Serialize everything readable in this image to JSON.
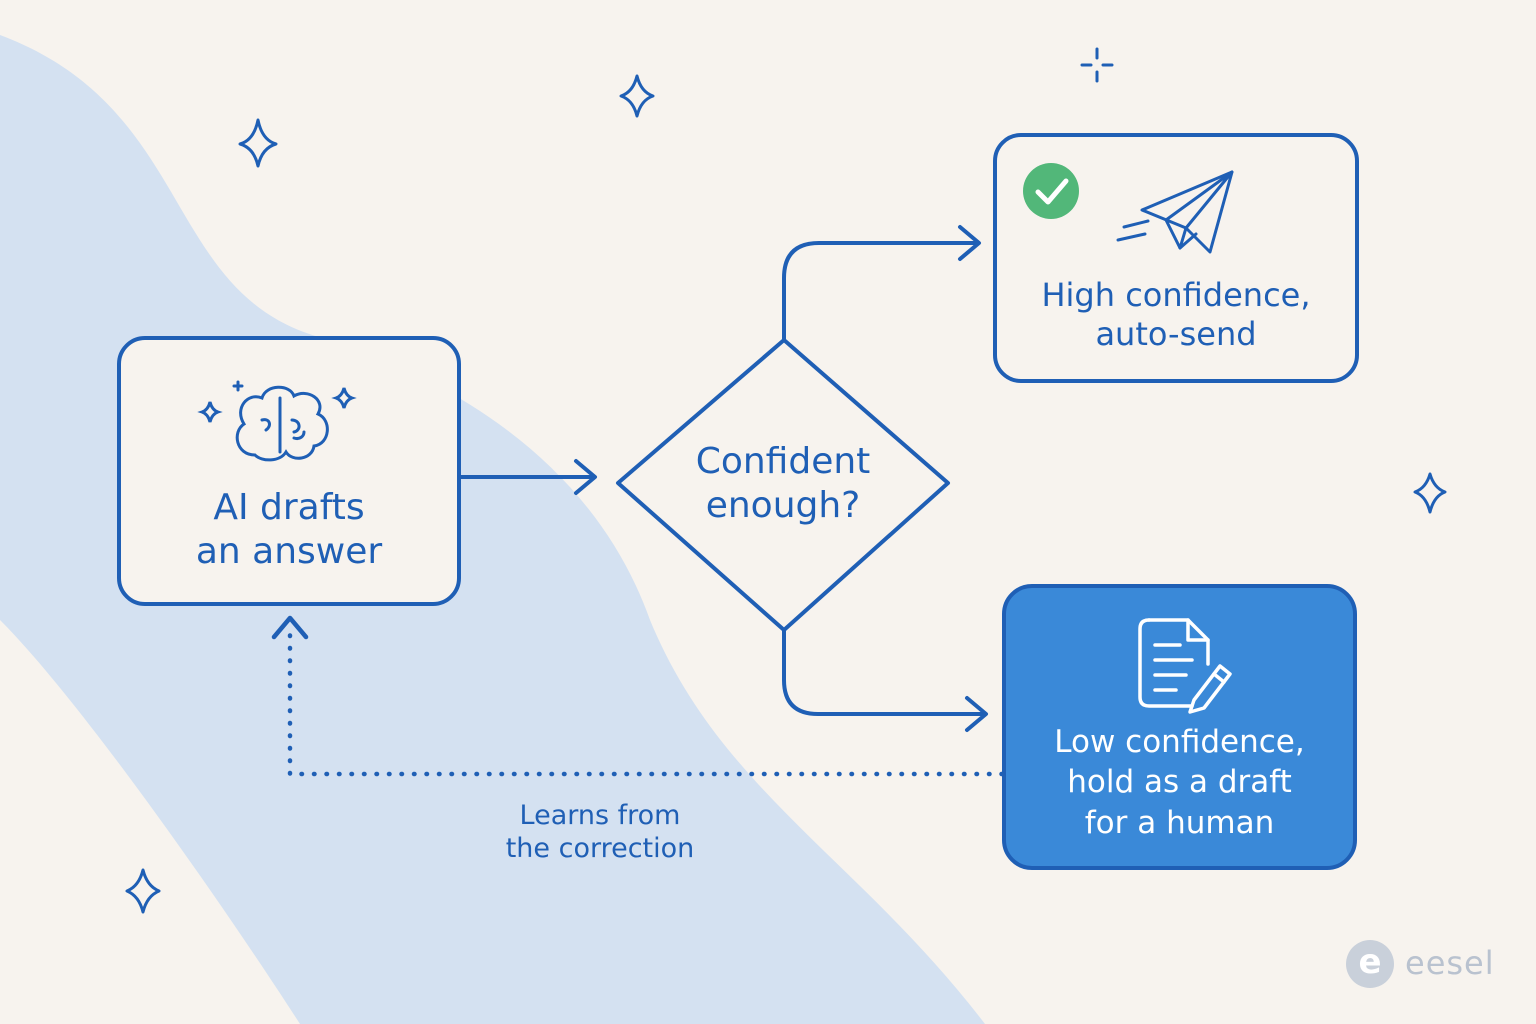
{
  "nodes": {
    "draft": {
      "lines": [
        "AI drafts",
        "an answer"
      ],
      "icon": "brain-icon"
    },
    "decision": {
      "lines": [
        "Confident",
        "enough?"
      ]
    },
    "high": {
      "lines": [
        "High confidence,",
        "auto-send"
      ],
      "icon": "paper-plane-icon",
      "badge": "check-icon"
    },
    "low": {
      "lines": [
        "Low confidence,",
        "hold as a draft",
        "for a human"
      ],
      "icon": "document-edit-icon"
    }
  },
  "feedback_label": [
    "Learns from",
    "the correction"
  ],
  "brand": {
    "name": "eesel",
    "logo_letter": "e"
  },
  "colors": {
    "stroke": "#1f5fb5",
    "background": "#f7f3ee",
    "wave": "#d4e1f1",
    "low_fill": "#3a89d8",
    "check": "#52b779",
    "brand": "#b9c2cf"
  }
}
